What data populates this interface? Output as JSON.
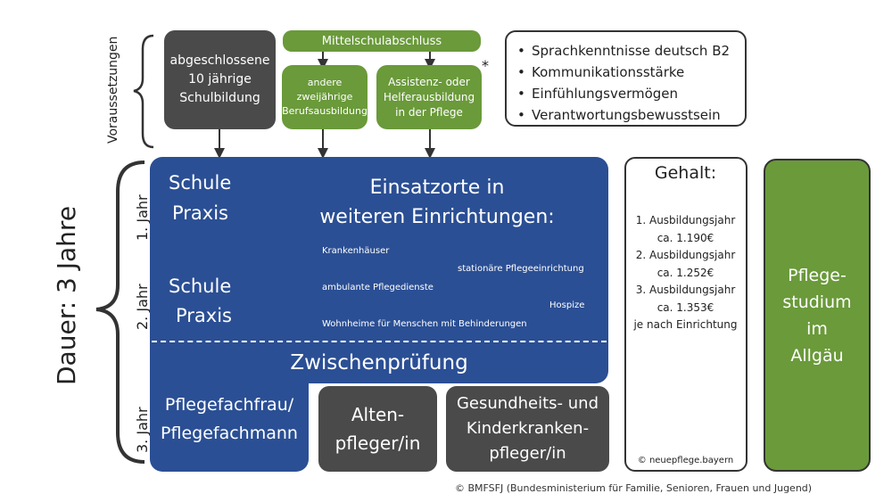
{
  "voraussetzungen_label": "Voraussetzungen",
  "dauer_label": "Dauer: 3 Jahre",
  "year_labels": [
    "1. Jahr",
    "2. Jahr",
    "3. Jahr"
  ],
  "prerequisites": {
    "schulbildung": "abgeschlossene 10 jährige Schulbildung",
    "mittelschulabschluss": "Mittelschulabschluss",
    "berufsausbildung": "andere zweijährige Berufsausbildung",
    "helferausbildung": "Assistenz- oder Helferausbildung in der Pflege",
    "asterisk": "*"
  },
  "skills": [
    "Sprachkenntnisse deutsch B2",
    "Kommunikationsstärke",
    "Einfühlungsvermögen",
    "Verantwortungsbewusstsein"
  ],
  "main": {
    "schule_praxis_1": [
      "Schule",
      "Praxis"
    ],
    "schule_praxis_2": [
      "Schule",
      "Praxis"
    ],
    "einsatzorte_title": [
      "Einsatzorte in",
      "weiteren Einrichtungen:"
    ],
    "einsatzorte": {
      "krankenhaeuser": "Krankenhäuser",
      "stationaer": "stationäre Pflegeeinrichtung",
      "ambulant": "ambulante Pflegedienste",
      "hospize": "Hospize",
      "wohnheime": "Wohnheime für Menschen mit Behinderungen"
    },
    "zwischenpruefung": "Zwischenprüfung"
  },
  "outcomes": {
    "pflegefach": [
      "Pflegefachfrau/",
      "Pflegefachmann"
    ],
    "altenpfleger": [
      "Alten-",
      "pfleger/in"
    ],
    "gesundheit": [
      "Gesundheits- und",
      "Kinderkranken-",
      "pfleger/in"
    ]
  },
  "gehalt": {
    "title": "Gehalt:",
    "lines": [
      "1. Ausbildungsjahr",
      "ca. 1.190€",
      "2. Ausbildungsjahr",
      "ca. 1.252€",
      "3. Ausbildungsjahr",
      "ca. 1.353€",
      "je nach Einrichtung"
    ],
    "copyright": "© neuepflege.bayern"
  },
  "pflegestudium": [
    "Pflege-",
    "studium",
    "im",
    "Allgäu"
  ],
  "footer_copyright": "© BMFSFJ (Bundesministerium für Familie, Senioren, Frauen und Jugend)",
  "colors": {
    "blue": "#2b4f94",
    "green": "#6a9a3a",
    "dark": "#4a4a4a"
  }
}
